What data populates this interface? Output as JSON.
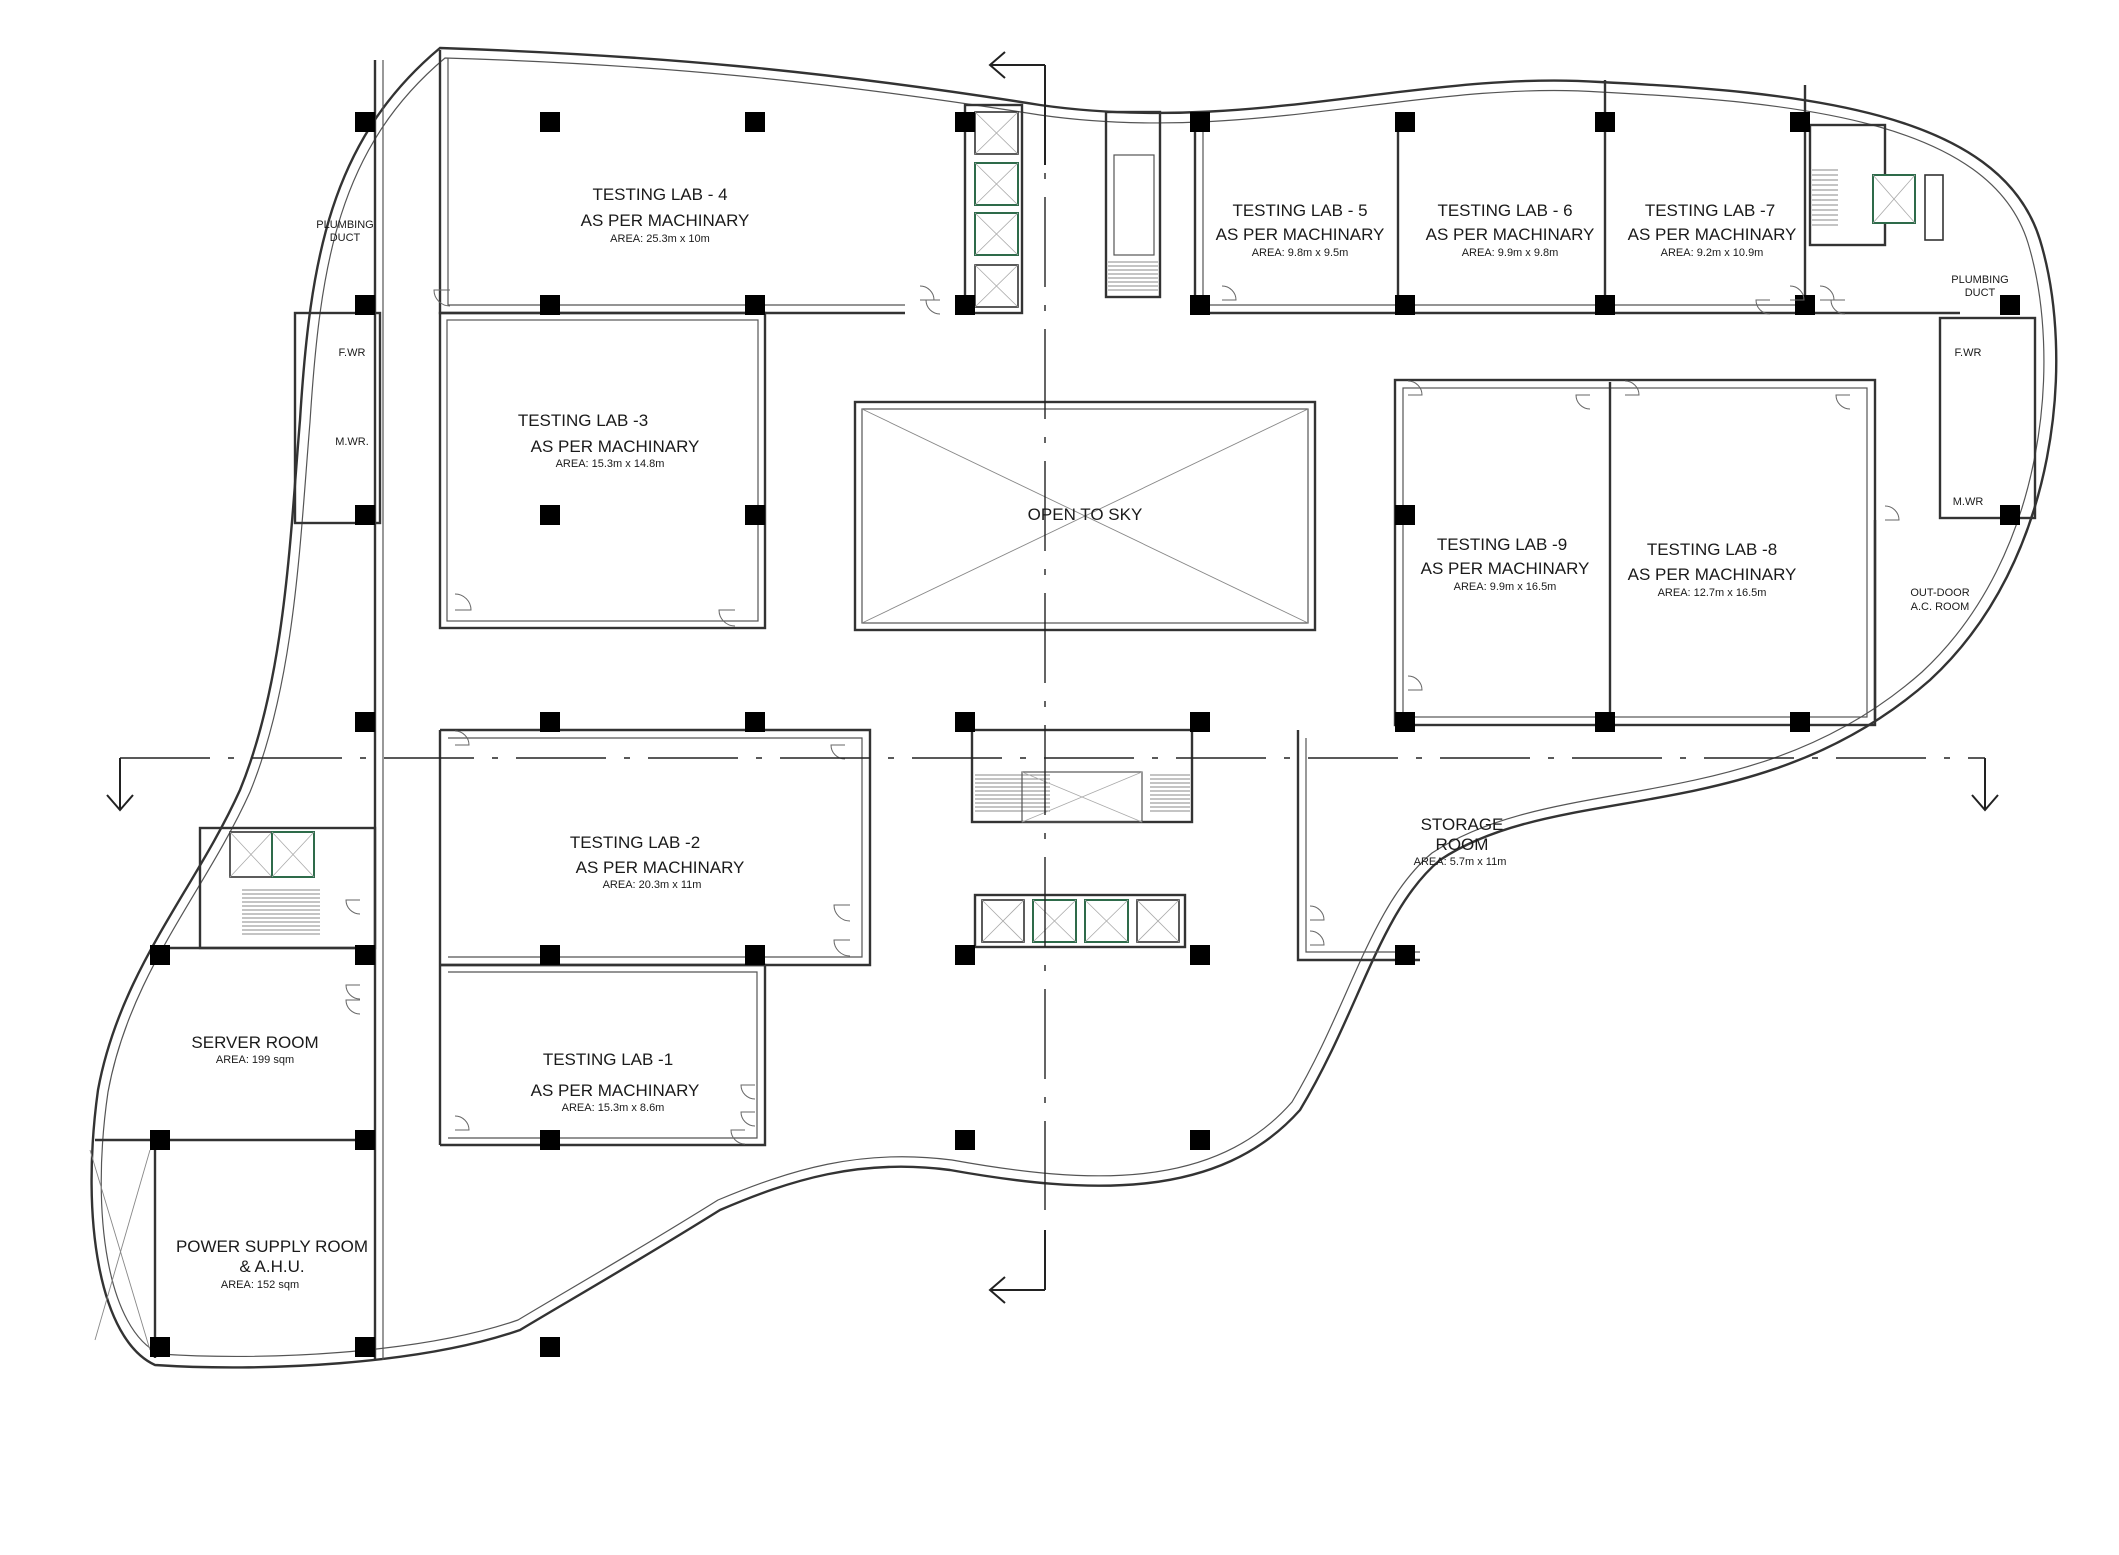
{
  "rooms": {
    "lab4": {
      "name": "TESTING LAB - 4",
      "use": "AS PER MACHINARY",
      "area": "AREA: 25.3m x 10m"
    },
    "lab5": {
      "name": "TESTING LAB - 5",
      "use": "AS PER MACHINARY",
      "area": "AREA: 9.8m x 9.5m"
    },
    "lab6": {
      "name": "TESTING LAB - 6",
      "use": "AS PER MACHINARY",
      "area": "AREA: 9.9m x 9.8m"
    },
    "lab7": {
      "name": "TESTING LAB -7",
      "use": "AS PER MACHINARY",
      "area": "AREA: 9.2m x 10.9m"
    },
    "lab3": {
      "name": "TESTING LAB -3",
      "use": "AS PER MACHINARY",
      "area": "AREA: 15.3m x 14.8m"
    },
    "lab9": {
      "name": "TESTING LAB -9",
      "use": "AS PER MACHINARY",
      "area": "AREA: 9.9m x 16.5m"
    },
    "lab8": {
      "name": "TESTING LAB -8",
      "use": "AS PER MACHINARY",
      "area": "AREA: 12.7m x 16.5m"
    },
    "lab2": {
      "name": "TESTING LAB -2",
      "use": "AS PER MACHINARY",
      "area": "AREA: 20.3m x 11m"
    },
    "lab1": {
      "name": "TESTING LAB -1",
      "use": "AS PER MACHINARY",
      "area": "AREA: 15.3m x 8.6m"
    },
    "open_to_sky": {
      "name": "OPEN TO SKY"
    },
    "storage": {
      "line1": "STORAGE",
      "line2": "ROOM",
      "area": "AREA: 5.7m x 11m"
    },
    "server": {
      "name": "SERVER ROOM",
      "area": "AREA: 199 sqm"
    },
    "power": {
      "line1": "POWER SUPPLY ROOM",
      "line2": "& A.H.U.",
      "area": "AREA: 152 sqm"
    },
    "outdoor_ac": {
      "line1": "OUT-DOOR",
      "line2": "A.C. ROOM"
    },
    "plumbing_left": {
      "line1": "PLUMBING",
      "line2": "DUCT"
    },
    "plumbing_right": {
      "line1": "PLUMBING",
      "line2": "DUCT"
    },
    "fwr_left": "F.WR",
    "mwr_left": "M.WR.",
    "fwr_right": "F.WR",
    "mwr_right": "M.WR"
  }
}
